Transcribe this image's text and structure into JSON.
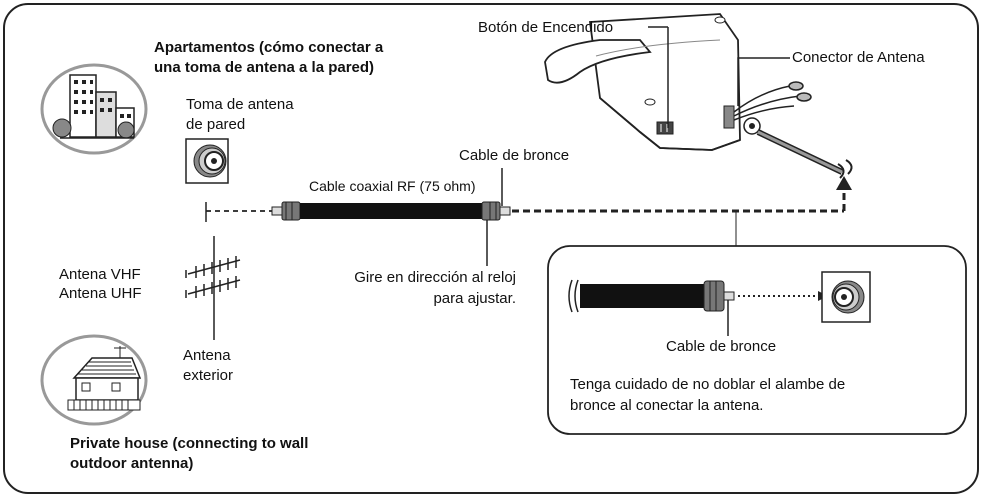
{
  "apartment_heading": [
    "Apartamentos (cómo conectar a",
    "una toma de antena a la pared)"
  ],
  "house_heading": [
    "Private house (connecting to wall",
    "outdoor antenna)"
  ],
  "wall_jack_label": [
    "Toma de antena",
    "de pared"
  ],
  "coax_cable_label": "Cable coaxial RF (75 ohm)",
  "brass_cable_label": "Cable de bronce",
  "rotate_instruction": [
    "Gire en dirección al reloj",
    "para ajustar."
  ],
  "antenna_types": [
    "Antena VHF",
    "Antena UHF"
  ],
  "outdoor_antenna_label": [
    "Antena",
    "exterior"
  ],
  "power_button_label": "Botón de Encendido",
  "antenna_connector_label": "Conector de Antena",
  "inset": {
    "brass_cable_label": "Cable de bronce",
    "caution": [
      "Tenga cuidado de no doblar el alambe de",
      "bronce al conectar la antena."
    ]
  }
}
